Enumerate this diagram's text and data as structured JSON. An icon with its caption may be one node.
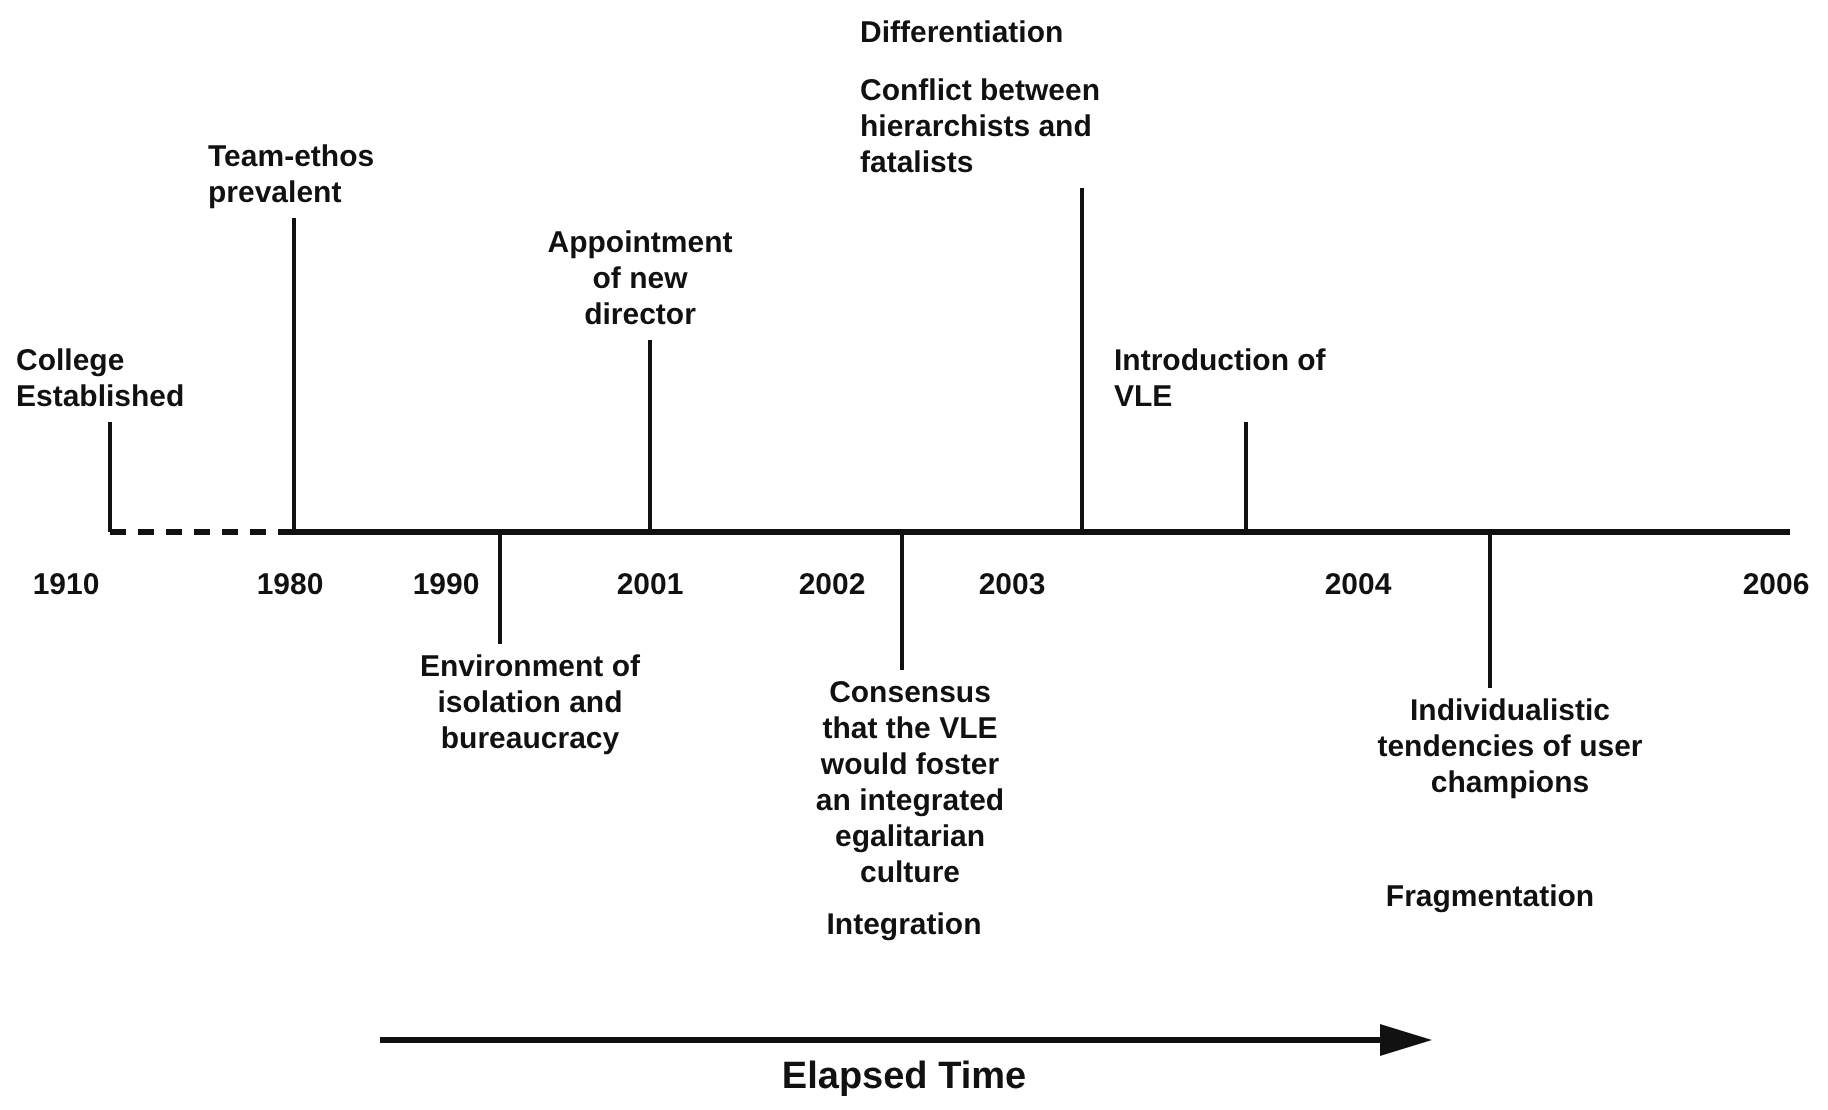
{
  "diagram": {
    "nodes": [
      {
        "text": [
          "College Established"
        ]
      },
      {
        "text": [
          "Team-ethos prevalent"
        ]
      },
      {
        "text": [
          "Appointment of new director"
        ]
      },
      {
        "text": [
          "Conflict between hierarchists and fatalists"
        ]
      },
      {
        "text": [
          "Introduction of VLE"
        ]
      },
      {
        "text": [
          "Environment of isolation and bureaucracy"
        ]
      },
      {
        "text": [
          "Consensus that the VLE would foster an integrated egalitarian culture"
        ]
      },
      {
        "text": [
          "Individualistic tendencies of user champions"
        ]
      }
    ],
    "edges": [
      {
        "from": 0,
        "to": null,
        "arrow": "none"
      },
      {
        "from": 1,
        "to": null,
        "arrow": "none"
      },
      {
        "from": 2,
        "to": null,
        "arrow": "none"
      },
      {
        "from": 3,
        "to": null,
        "arrow": "none"
      },
      {
        "from": 4,
        "to": null,
        "arrow": "none"
      },
      {
        "from": 5,
        "to": null,
        "arrow": "none"
      },
      {
        "from": 6,
        "to": null,
        "arrow": "none"
      },
      {
        "from": 7,
        "to": null,
        "arrow": "none"
      }
    ],
    "labels": [
      "Differentiation",
      "1910",
      "1980",
      "1990",
      "2001",
      "2002",
      "2003",
      "2004",
      "2006",
      "Fragmentation",
      "Integration",
      "Elapsed Time"
    ]
  }
}
